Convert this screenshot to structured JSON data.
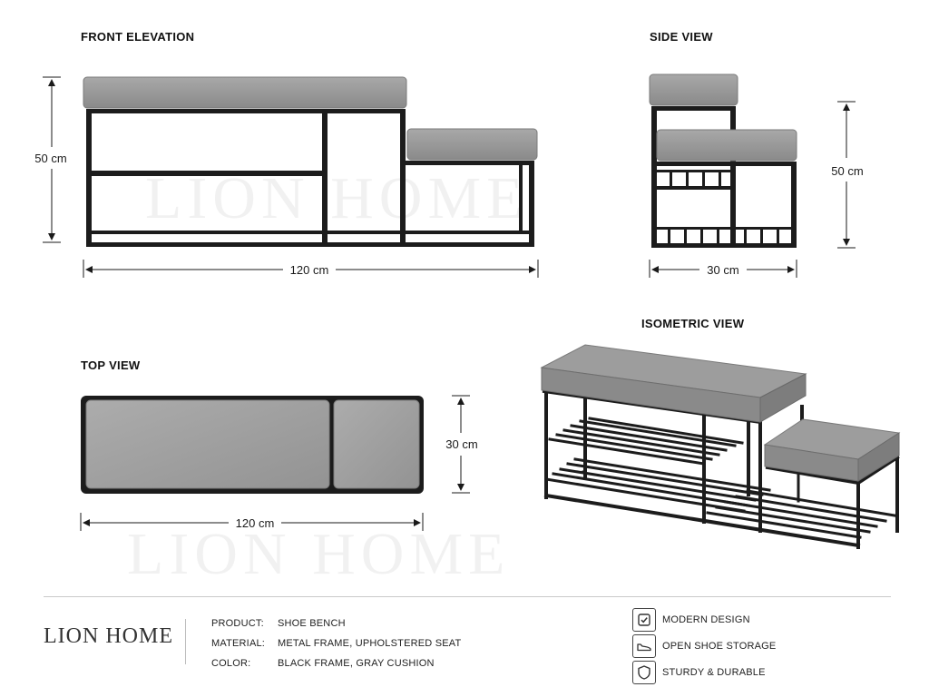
{
  "views": {
    "front": "FRONT ELEVATION",
    "side": "SIDE VIEW",
    "top": "TOP VIEW",
    "iso": "ISOMETRIC VIEW"
  },
  "dimensions": {
    "front_height": "50 cm",
    "front_width": "120 cm",
    "side_height": "50 cm",
    "side_depth": "30 cm",
    "top_depth": "30 cm",
    "top_width": "120 cm"
  },
  "watermark": "LION HOME",
  "brand": "LION HOME",
  "specs": [
    {
      "label": "PRODUCT:",
      "value": "SHOE BENCH"
    },
    {
      "label": "MATERIAL:",
      "value": "METAL FRAME, UPHOLSTERED SEAT"
    },
    {
      "label": "COLOR:",
      "value": "BLACK FRAME, GRAY CUSHION"
    }
  ],
  "features": [
    {
      "icon": "checkbox-icon",
      "label": "MODERN DESIGN"
    },
    {
      "icon": "shoe-icon",
      "label": "OPEN SHOE STORAGE"
    },
    {
      "icon": "shield-icon",
      "label": "STURDY & DURABLE"
    }
  ],
  "colors": {
    "frame": "#1c1c1c",
    "cushion": "#8f8f8f",
    "cushion_light": "#a3a3a3"
  }
}
